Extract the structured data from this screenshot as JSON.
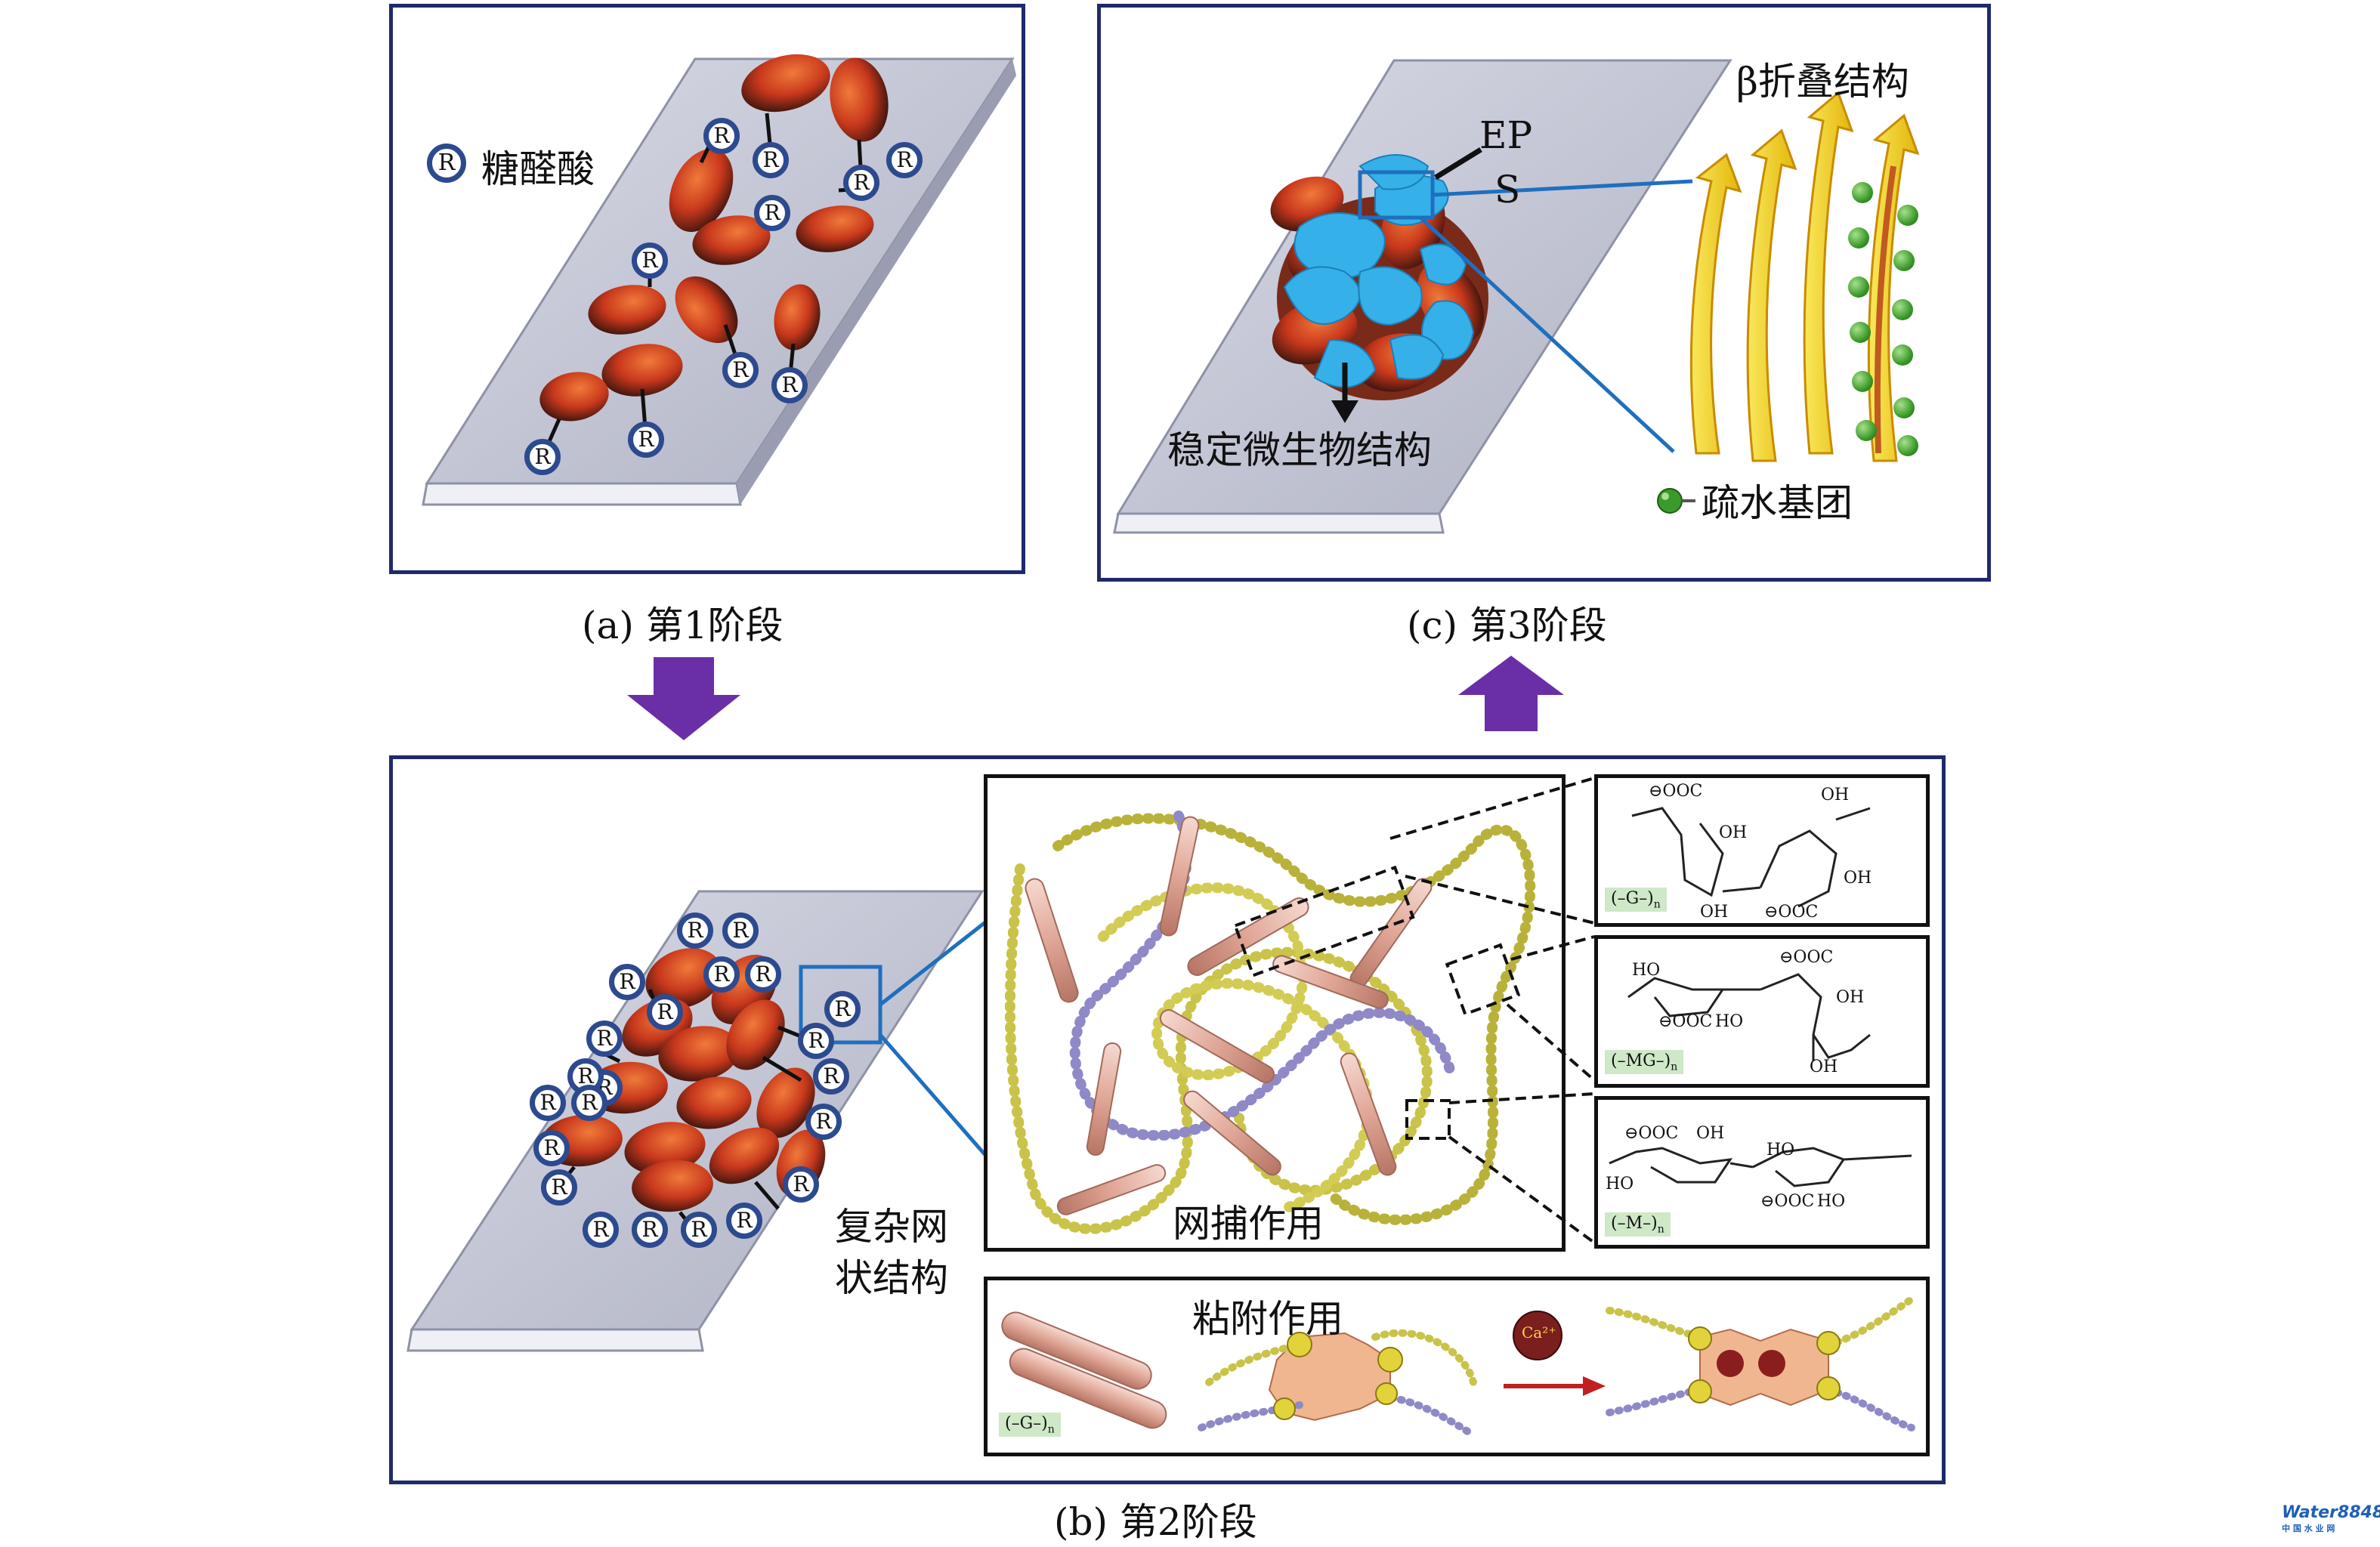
{
  "panel_a": {
    "legend_symbol": "R",
    "legend_label": "糖醛酸",
    "caption": "(a) 第1阶段",
    "bead_letter": "R"
  },
  "panel_c": {
    "title_beta": "β折叠结构",
    "label_eps_1": "EP",
    "label_eps_2": "S",
    "label_stable": "稳定微生物结构",
    "label_hydrophobic": "疏水基团",
    "caption": "(c) 第3阶段"
  },
  "panel_b": {
    "label_complex_1": "复杂网",
    "label_complex_2": "状结构",
    "label_trap": "网捕作用",
    "label_adhesion": "粘附作用",
    "caption": "(b) 第2阶段",
    "chem_g": {
      "tag": "(–G–)",
      "tag_sub": "n",
      "groups": [
        "⊖OOC",
        "OH",
        "OH",
        "OH",
        "OH",
        "⊖OOC"
      ]
    },
    "chem_mg": {
      "tag": "(–MG–)",
      "tag_sub": "n",
      "groups": [
        "HO",
        "⊖OOC",
        "OH",
        "⊖OOC",
        "HO",
        "OH"
      ]
    },
    "chem_m": {
      "tag": "(–M–)",
      "tag_sub": "n",
      "groups": [
        "⊖OOC",
        "OH",
        "HO",
        "HO",
        "⊖OOC",
        "HO"
      ]
    },
    "adhesion_tag": "(–G–)",
    "adhesion_tag_sub": "n",
    "ca_ion": "Ca²⁺"
  },
  "watermark": {
    "brand": "Water8848",
    "sub": "中 国 水 业 网"
  },
  "colors": {
    "frame": "#1f2a6b",
    "arrow": "#6a2fa6",
    "plate": "#c6c8d6",
    "bead_ring": "#2d4a8f",
    "bacteria": "#d8492a",
    "eps": "#35b0e8",
    "beta": "#f1d21c",
    "hydrophobic": "#3a9a2a",
    "rod": "#e7b7aa"
  }
}
